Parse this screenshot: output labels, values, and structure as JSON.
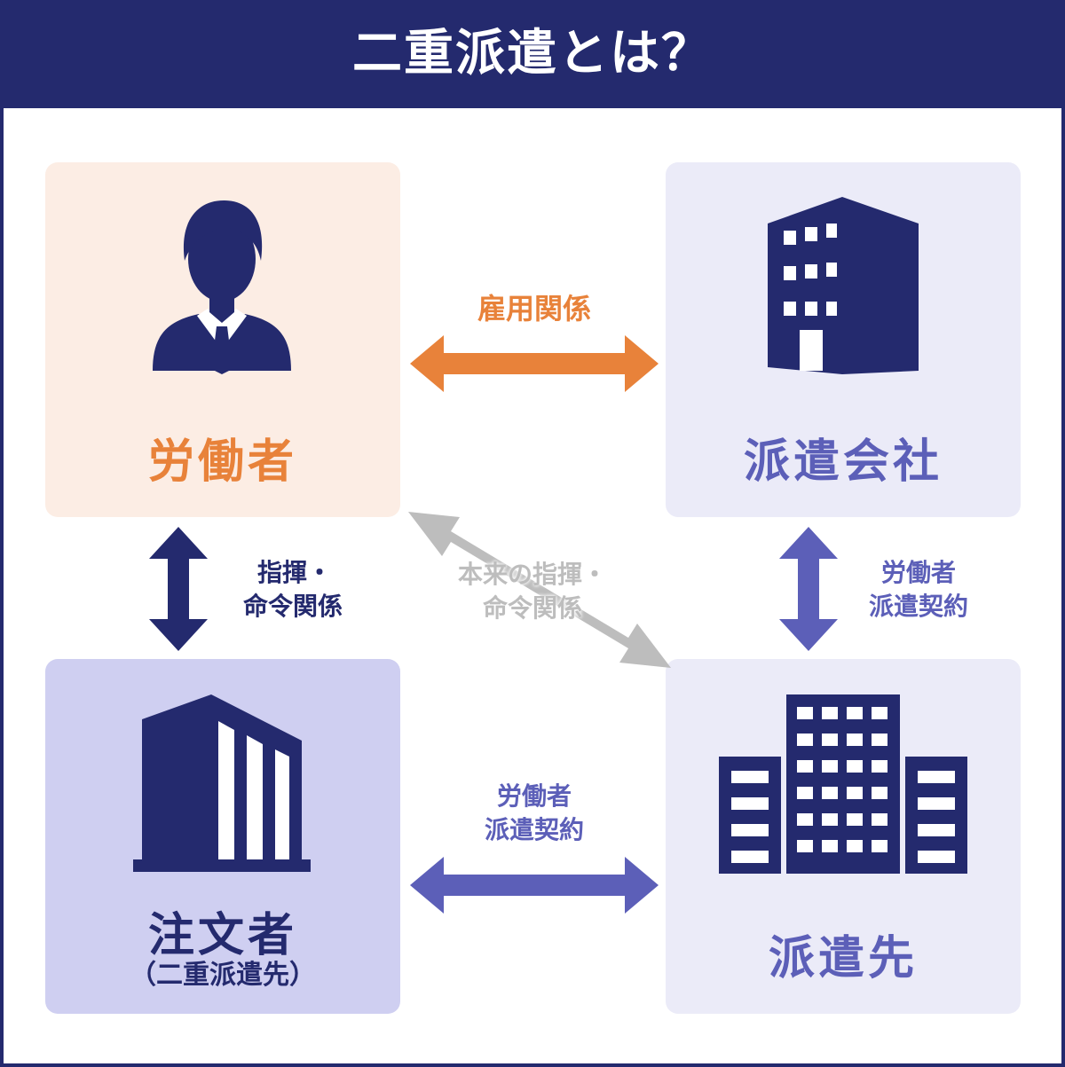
{
  "title": "二重派遣とは？",
  "colors": {
    "navy": "#242a6e",
    "orange": "#e8823a",
    "blue": "#5c5fb8",
    "grey": "#bdbdbd",
    "worker_bg": "#fcede4",
    "agency_bg": "#ebebf8",
    "orderer_bg": "#cfcff1",
    "dest_bg": "#ebebf8"
  },
  "nodes": {
    "worker": {
      "label": "労働者",
      "icon": "person-icon"
    },
    "agency": {
      "label": "派遣会社",
      "icon": "building-icon"
    },
    "orderer": {
      "label": "注文者",
      "sublabel": "（二重派遣先）",
      "icon": "office-building-icon"
    },
    "destination": {
      "label": "派遣先",
      "icon": "company-buildings-icon"
    }
  },
  "relations": {
    "employment": "雇用関係",
    "command_line1": "指揮・",
    "command_line2": "命令関係",
    "original_line1": "本来の指揮・",
    "original_line2": "命令関係",
    "dispatch_right_line1": "労働者",
    "dispatch_right_line2": "派遣契約",
    "dispatch_bottom_line1": "労働者",
    "dispatch_bottom_line2": "派遣契約"
  }
}
